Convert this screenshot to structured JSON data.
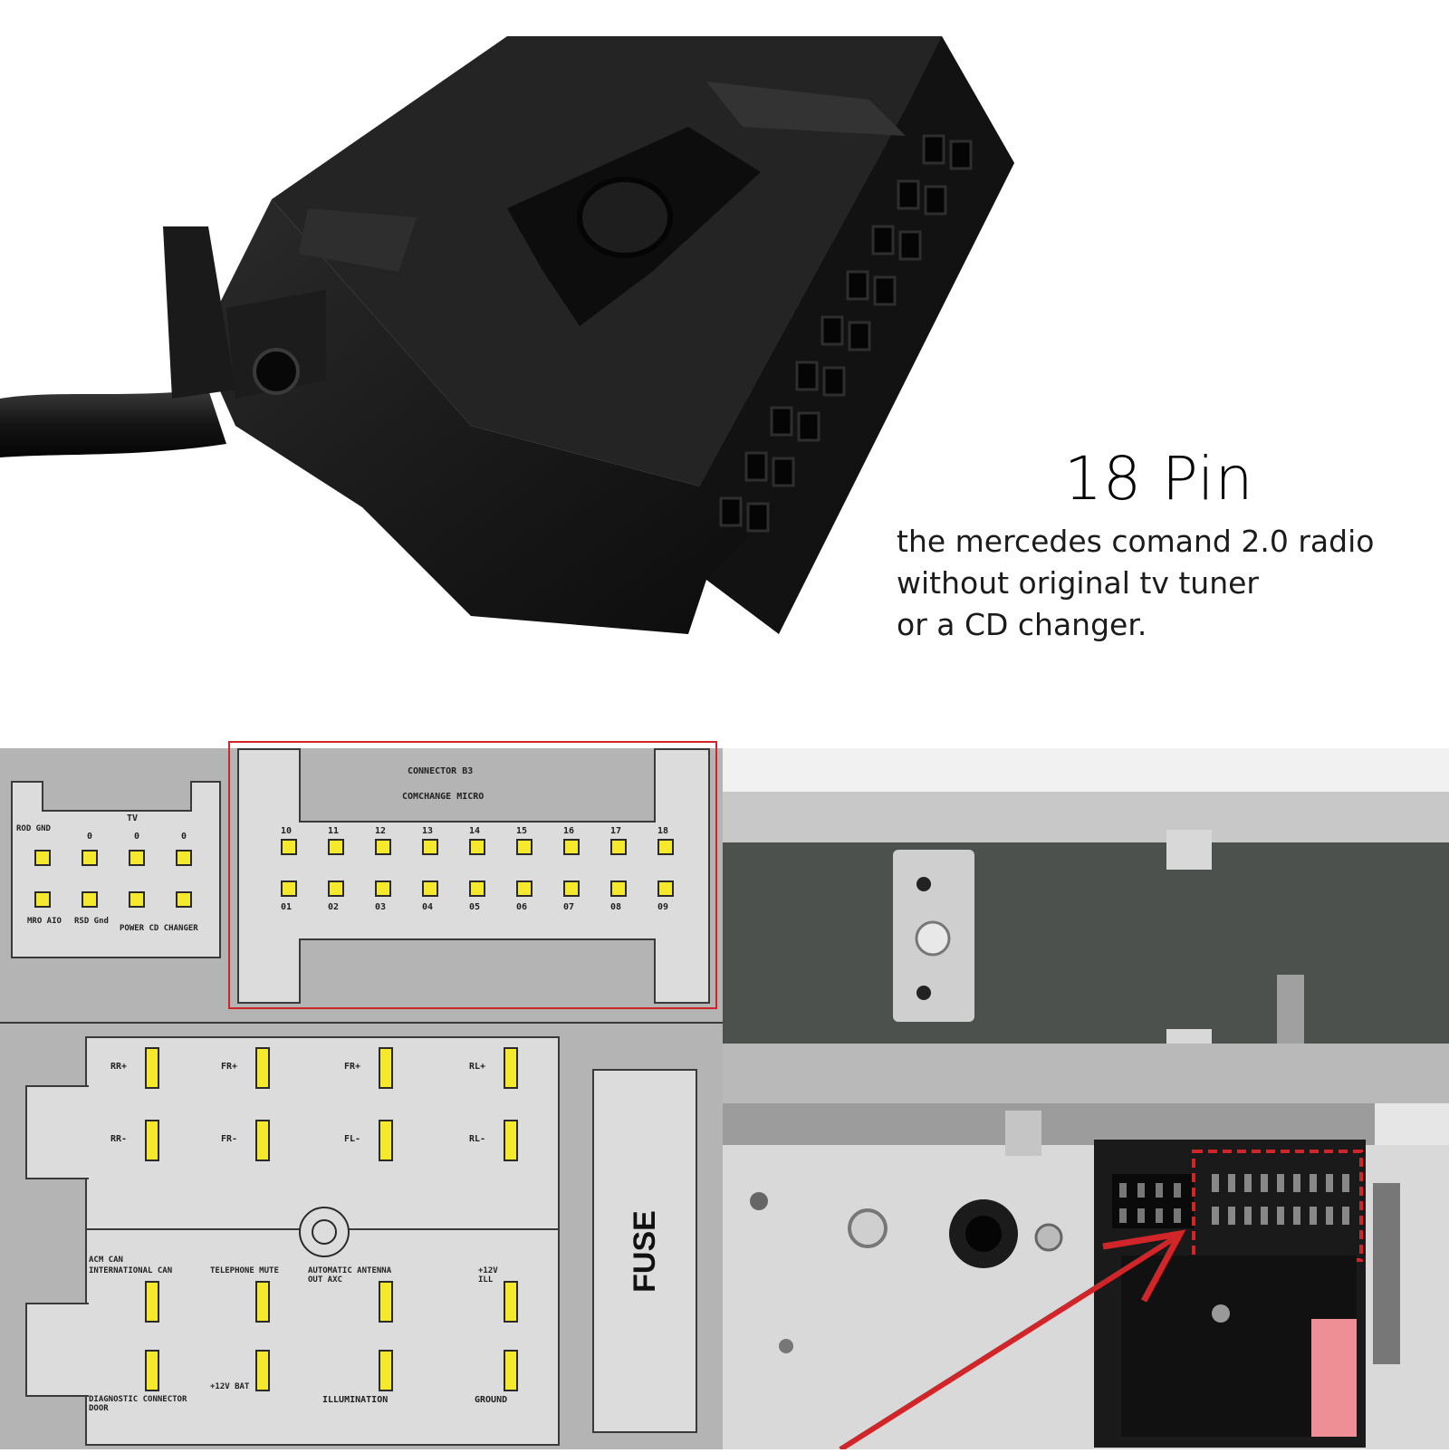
{
  "caption": {
    "title": "18 Pin",
    "line1": "the mercedes comand 2.0 radio",
    "line2": "without original tv tuner",
    "line3": "or a CD changer."
  },
  "diagram": {
    "connector_header_1": "CONNECTOR B3",
    "connector_header_2": "COMCHANGE MICRO",
    "left_block_top": "TV",
    "left_block_corner": "ROD GND",
    "left_block_bottom_1": "MRO AIO",
    "left_block_bottom_2": "RSD Gnd",
    "left_block_bottom_3": "POWER CD CHANGER",
    "fuse": "FUSE",
    "speaker_labels": [
      "RR+",
      "FR+",
      "FR+",
      "RL+",
      "RR-",
      "FR-",
      "FL-",
      "RL-"
    ],
    "lower_label_1": "ACM CAN",
    "lower_label_2": "INTERNATIONAL CAN",
    "lower_label_3": "TELEPHONE MUTE",
    "lower_label_4": "AUTOMATIC ANTENNA OUT AXC",
    "lower_label_5": "+12V ILL",
    "lower_label_6": "+12V BAT",
    "lower_label_7": "DIAGNOSTIC CONNECTOR DOOR",
    "lower_label_8": "ILLUMINATION",
    "lower_label_9": "GROUND",
    "top_pin_labels": [
      "10",
      "11",
      "12",
      "13",
      "14",
      "15",
      "16",
      "17",
      "18"
    ],
    "bottom_pin_labels": [
      "01",
      "02",
      "03",
      "04",
      "05",
      "06",
      "07",
      "08",
      "09"
    ],
    "left_pin_labels": [
      "0",
      "0",
      "0"
    ]
  },
  "colors": {
    "pin_yellow": "#f4e92c",
    "highlight_red": "#d0262a",
    "connector_black": "#161616",
    "panel_grey": "#b4b4b4"
  }
}
